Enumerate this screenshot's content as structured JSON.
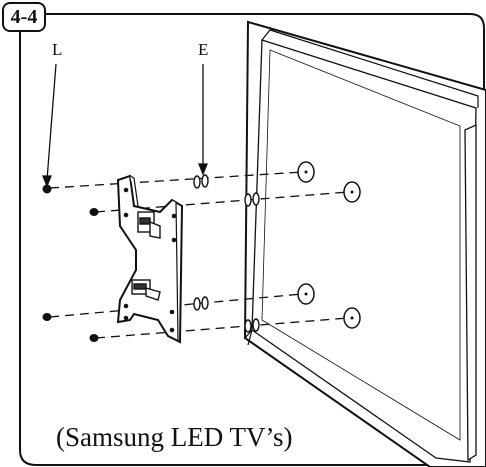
{
  "step_label": "4-4",
  "callouts": {
    "screw_label": "L",
    "washer_label": "E"
  },
  "caption": "(Samsung LED TV’s)"
}
